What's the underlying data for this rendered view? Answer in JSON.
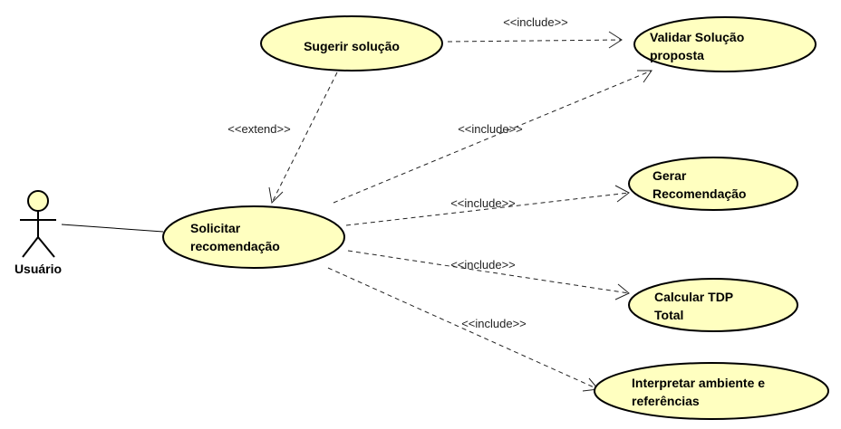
{
  "actor": {
    "name": "Usuário",
    "fill": "#ffffc0"
  },
  "use_cases": {
    "sugerir": {
      "lines": [
        "Sugerir solução"
      ]
    },
    "validar": {
      "lines": [
        "Validar Solução",
        "proposta"
      ]
    },
    "solicitar": {
      "lines": [
        "Solicitar",
        "recomendação"
      ]
    },
    "gerar": {
      "lines": [
        "Gerar",
        "Recomendação"
      ]
    },
    "calcular": {
      "lines": [
        "Calcular TDP",
        "Total"
      ]
    },
    "interpretar": {
      "lines": [
        "Interpretar ambiente e",
        "referências"
      ]
    }
  },
  "relations": {
    "include_sugerir_validar": "<<include>>",
    "extend_sugerir_solicitar": "<<extend>>",
    "include_solicitar_validar": "<<include>>",
    "include_solicitar_gerar": "<<include>>",
    "include_solicitar_calcular": "<<include>>",
    "include_solicitar_interpretar": "<<include>>"
  },
  "colors": {
    "use_case_fill": "#ffffc0",
    "stroke": "#000000"
  }
}
